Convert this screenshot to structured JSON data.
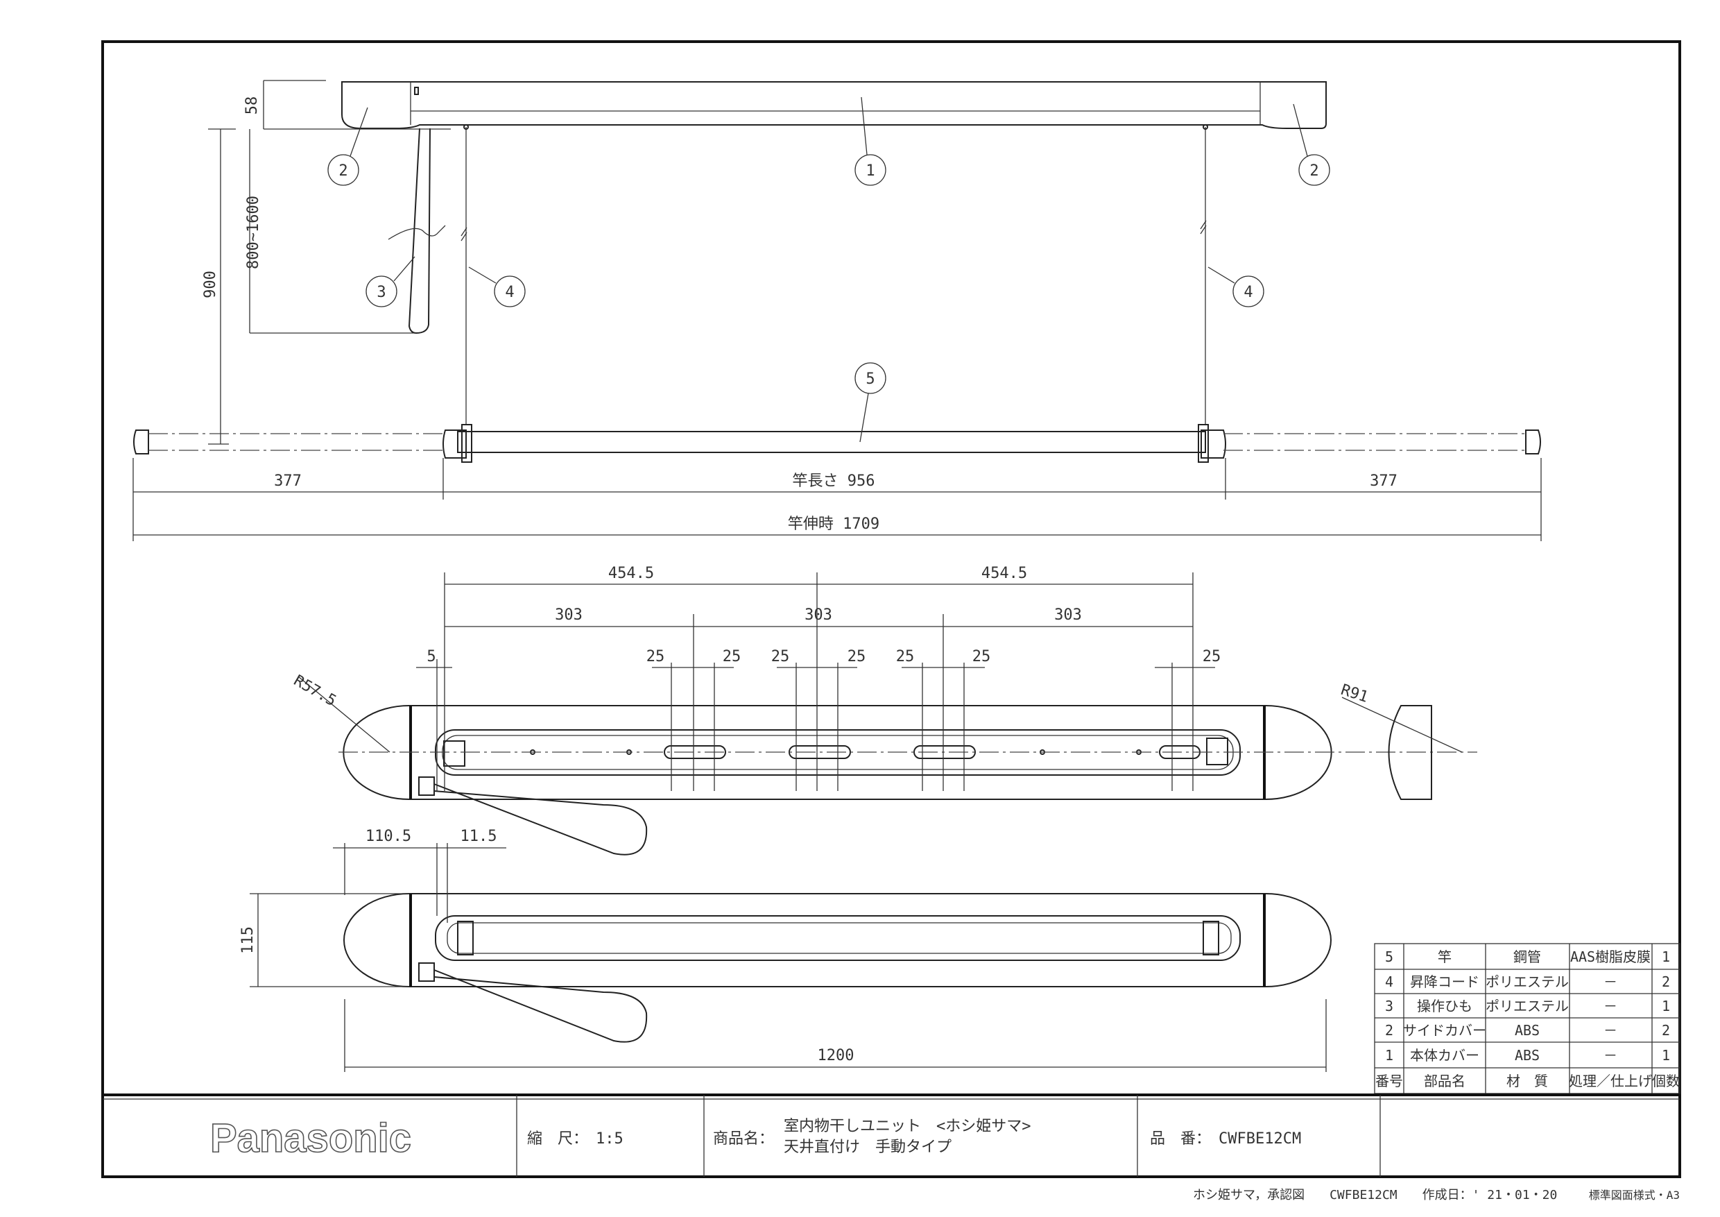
{
  "drawing": {
    "front_view": {
      "dims": {
        "top_height": "58",
        "cord_range": "800~1600",
        "total_height": "900",
        "ext_left": "377",
        "rod_length": "竿長さ 956",
        "ext_right": "377",
        "rod_extended": "竿伸時 1709"
      },
      "callouts": [
        "1",
        "2",
        "2",
        "3",
        "4",
        "4",
        "5"
      ]
    },
    "plan_view": {
      "dims": {
        "half_left": "454.5",
        "half_right": "454.5",
        "pitch_1": "303",
        "pitch_2": "303",
        "pitch_3": "303",
        "offset_5": "5",
        "d25_1": "25",
        "d25_2": "25",
        "d25_3": "25",
        "d25_4": "25",
        "d25_5": "25",
        "d25_6": "25",
        "d25_7": "25",
        "radius_left": "R57.5",
        "radius_right": "R91"
      }
    },
    "bottom_view": {
      "dims": {
        "d110": "110.5",
        "d11": "11.5",
        "depth": "115",
        "length": "1200"
      }
    }
  },
  "parts_table": {
    "header": [
      "番号",
      "部品名",
      "材　質",
      "処理／仕上げ",
      "個数"
    ],
    "rows": [
      [
        "5",
        "竿",
        "鋼管",
        "AAS樹脂皮膜",
        "1"
      ],
      [
        "4",
        "昇降コード",
        "ポリエステル",
        "－",
        "2"
      ],
      [
        "3",
        "操作ひも",
        "ポリエステル",
        "－",
        "1"
      ],
      [
        "2",
        "サイドカバー",
        "ABS",
        "－",
        "2"
      ],
      [
        "1",
        "本体カバー",
        "ABS",
        "－",
        "1"
      ]
    ]
  },
  "title_block": {
    "logo": "Panasonic",
    "scale": "縮　尺：　1:5",
    "product_label": "商品名：",
    "product_line1": "室内物干しユニット　<ホシ姫サマ>",
    "product_line2": "天井直付け　手動タイプ",
    "part_no": "品　番：　CWFBE12CM"
  },
  "footer": {
    "doc": "ホシ姫サマ，承認図　　CWFBE12CM　　作成日：' 21・01・20",
    "form": "標準図面様式・A3"
  }
}
